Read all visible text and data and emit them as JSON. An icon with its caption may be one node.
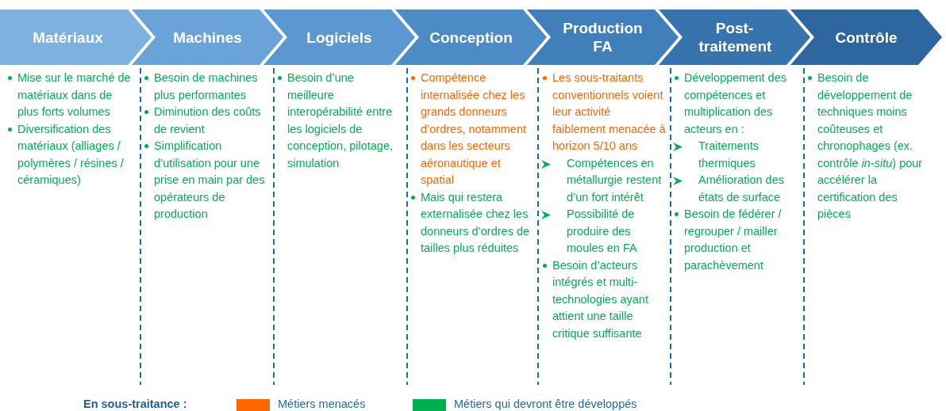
{
  "diagram": {
    "nodes": [
      {
        "text": [
          "Matériaux"
        ],
        "beside": [
          "Mise sur le marché de matériaux dans de plus forts volumes",
          "Diversification des matériaux (alliages / polymères / résines / céramiques)"
        ]
      },
      {
        "text": [
          "Machines"
        ],
        "beside": [
          "Besoin de machines plus performantes",
          "Diminution des coûts de revient",
          "Simplification d’utilisation pour une prise en main par des opérateurs de production"
        ]
      },
      {
        "text": [
          "Logiciels"
        ],
        "beside": [
          "Besoin d’une meilleure interopérabilité entre les logiciels de conception, pilotage, simulation"
        ]
      },
      {
        "text": [
          "Conception"
        ],
        "beside": [
          "Compétence internalisée chez les grands donneurs d’ordres, notamment dans les secteurs aéronautique et spatial",
          "Mais qui restera externalisée chez les donneurs d’ordres de tailles plus réduites"
        ]
      },
      {
        "text": [
          "Production FA"
        ],
        "beside": [
          "Les sous-traitants conventionnels voient leur activité faiblement menacée à horizon 5/10 ans",
          "Compétences en métallurgie restent d’un fort intérêt",
          "Possibilité de produire des moules en FA",
          "Besoin d’acteurs intégrés et multi-technologies ayant attient une taille critique suffisante"
        ]
      },
      {
        "text": [
          "Post-traitement"
        ],
        "beside": [
          "Développement des compétences et multiplication des acteurs en :",
          "Traitements thermiques",
          "Amélioration des états de surface",
          "Besoin de fédérer / regrouper / mailler production et parachèvement"
        ]
      },
      {
        "text": [
          "Contrôle"
        ],
        "beside": [
          "Besoin de développement de techniques moins coûteuses et chronophages (ex. contrôle *in-situ*) pour accélérer la certification des pièces"
        ]
      }
    ],
    "labels": [
      "En sous-traitance :"
    ],
    "legend": [
      {
        "text": "Métiers menacés",
        "color": "#ff6600"
      },
      {
        "text": "Métiers qui devront être développés",
        "color": "#00b050"
      }
    ]
  }
}
